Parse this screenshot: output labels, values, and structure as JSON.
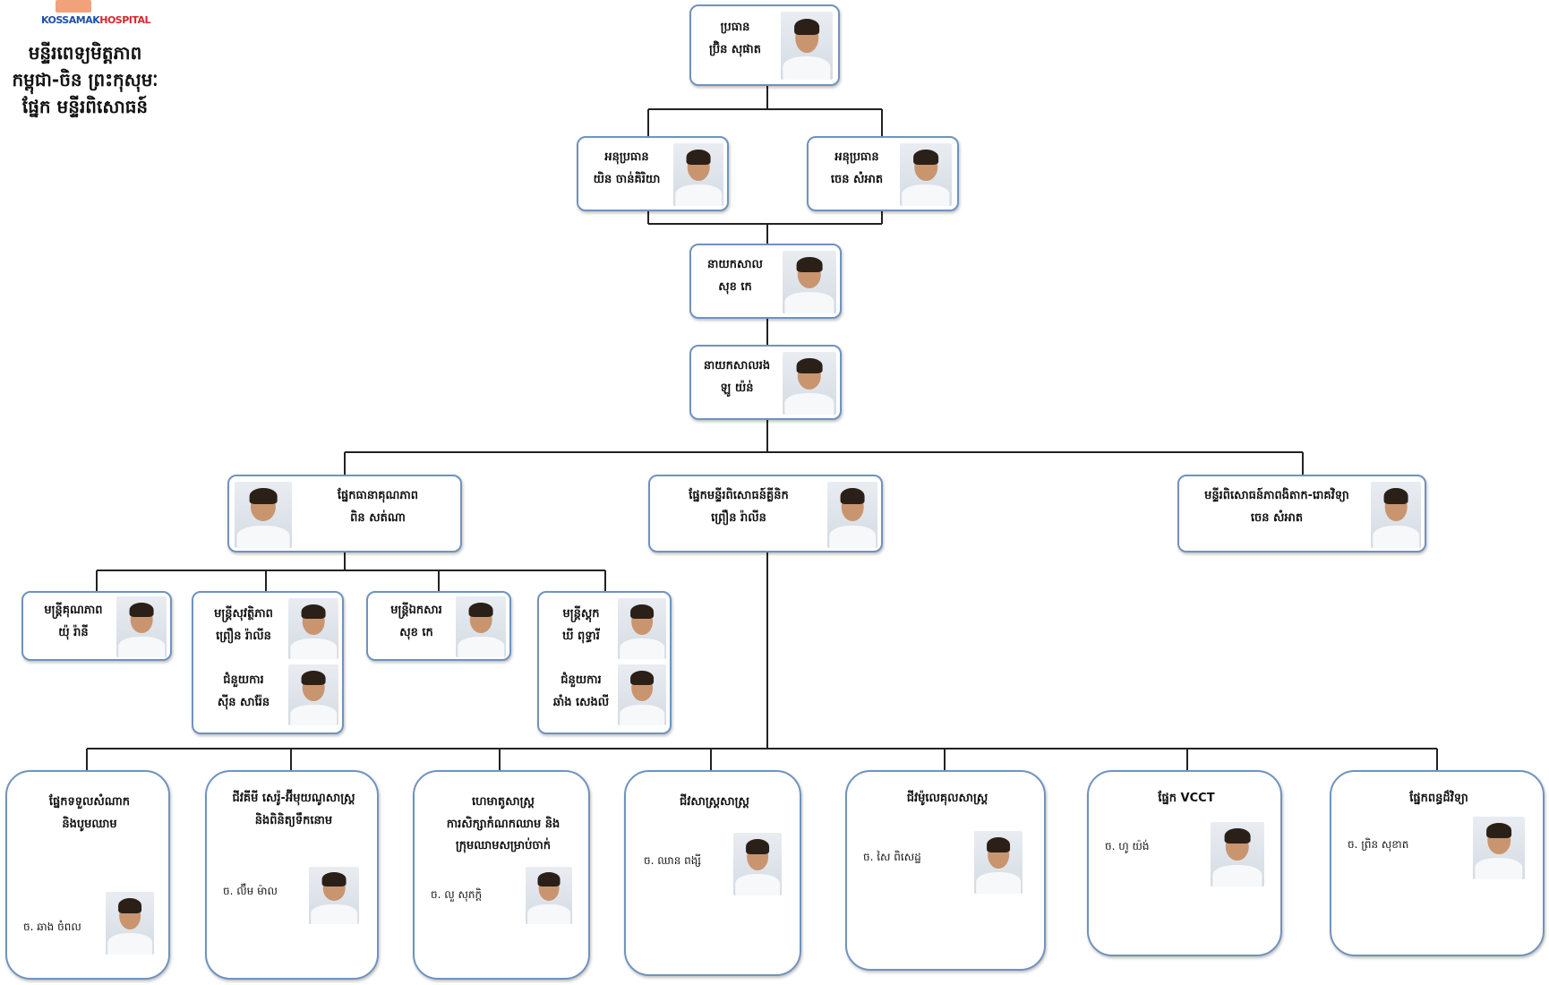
{
  "logo": {
    "text_blue": "KOSSAMAK",
    "text_red": "HOSPITAL"
  },
  "title": [
    "មន្ទីរពេទ្យមិត្តភាព",
    "កម្ពុជា-ចិន ព្រះកុសុមៈ",
    "ផ្នែក មន្ទីរពិសោធន៍"
  ],
  "level1": {
    "role": "ប្រធាន",
    "name": "ប្រ៊ិន សុផាត"
  },
  "deputies": [
    {
      "role": "អនុប្រធាន",
      "name": "យិន ចាន់គិរិយា"
    },
    {
      "role": "អនុប្រធាន",
      "name": "ចេន សំអាត"
    }
  ],
  "manager1": {
    "role": "នាយកសាល",
    "name": "សុខ កេ"
  },
  "manager2": {
    "role": "នាយកសាលរង",
    "name": "ឡូ យ៉ន់"
  },
  "sections": [
    {
      "title": "ផ្នែកធានាគុណភាព",
      "name": "ពិន សត់ណា"
    },
    {
      "title": "ផ្នែកមន្ទីរពិសោធន៍គ្លីនិក",
      "name": "ព្រឿន រ៉ាលីន"
    },
    {
      "title": "មន្ទីរពិសោធន៍ភាពងិតាក-រោគវិទ្យា",
      "name": "ចេន សំអាត"
    }
  ],
  "quality_units": [
    {
      "people": [
        {
          "role": "មន្ត្រីគុណភាព",
          "name": "យ៉ុ រ៉ានី"
        }
      ]
    },
    {
      "people": [
        {
          "role": "មន្ត្រីសុវត្ថិភាព",
          "name": "ព្រឿន រ៉ាលីន"
        },
        {
          "role": "ជំនួយការ",
          "name": "សុីន សារ៉ែន"
        }
      ]
    },
    {
      "people": [
        {
          "role": "មន្ត្រីឯកសារ",
          "name": "សុខ កេ"
        }
      ]
    },
    {
      "people": [
        {
          "role": "មន្ត្រីស្តុក",
          "name": "ឃី ពុទ្ធារី"
        },
        {
          "role": "ជំនួយការ",
          "name": "ឆាំង សេងលី"
        }
      ]
    }
  ],
  "departments": [
    {
      "title": [
        "ផ្នែកទទួលសំណាក",
        "និងបូមឈាម"
      ],
      "name": "ច. ឆាង ចំពល"
    },
    {
      "title": [
        "ជីវគីមី សេរ៉ូ-អ៊ីមុយណូសាស្ត្រ",
        "និងពិនិត្យទឹកនោម"
      ],
      "name": "ច. ល៊ឹម ម៉ាល"
    },
    {
      "title": [
        "ហេមាតូសាស្ត្រ",
        "ការសិក្សាកំណកឈាម និង",
        "ក្រុមឈាមសម្រាប់ចាក់"
      ],
      "name": "ច. លួ សុភក្តិ"
    },
    {
      "title": [
        "ជីវសាស្ត្រសាស្ត្រ"
      ],
      "name": "ច. ឈាន ពង្សី"
    },
    {
      "title": [
        "ជីវម៉ូលេគុលសាស្ត្រ"
      ],
      "name": "ច. សៃ ពិសេដ្ឋ"
    },
    {
      "title": [
        "ផ្នែក VCCT"
      ],
      "name": "ច. ហូ យ៉ង់"
    },
    {
      "title": [
        "ផ្នែកពន្ធដ៏វិទ្យា"
      ],
      "name": "ច. ព្រិន សុខាត"
    }
  ]
}
